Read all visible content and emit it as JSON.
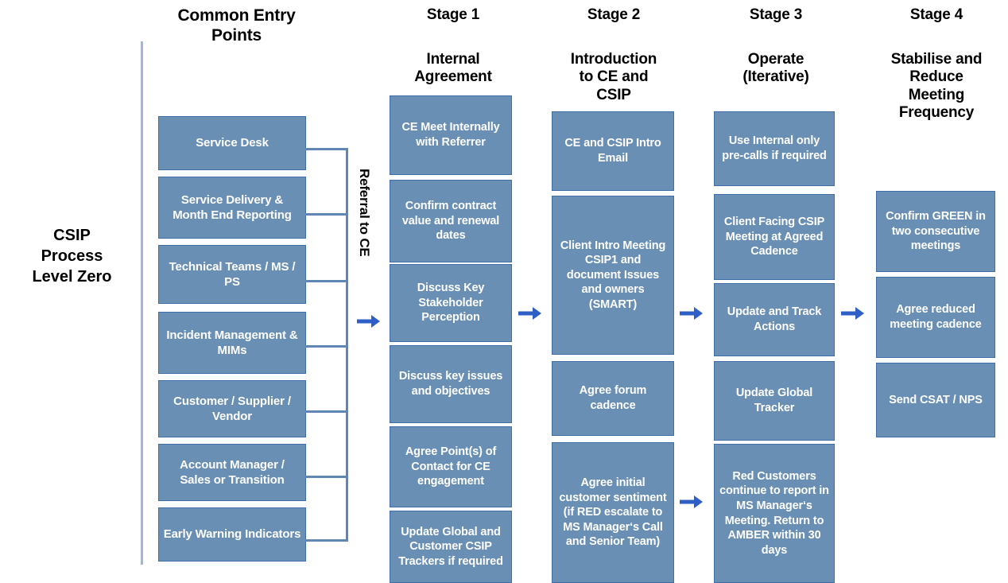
{
  "diagram": {
    "left_title": "CSIP\nProcess\nLevel Zero",
    "left_title_lines": [
      "CSIP",
      "Process",
      "Level Zero"
    ],
    "referral_label": "Referral to CE",
    "accent_colors": {
      "box_fill": "#6A8FB5",
      "box_border": "#3F6FA8",
      "arrow": "#2E5FC7",
      "divider": "#9DB7DC",
      "bracket": "#5E87B3",
      "box_text": "#FFFFFF",
      "title_text": "#000000",
      "background": "#FFFFFF"
    }
  },
  "columns": {
    "entry": {
      "title": "Common Entry Points",
      "title_lines": [
        "Common Entry",
        "Points"
      ],
      "items": [
        {
          "label": "Service Desk"
        },
        {
          "label": "Service Delivery & Month End Reporting"
        },
        {
          "label": "Technical Teams / MS / PS"
        },
        {
          "label": "Incident Management & MIMs"
        },
        {
          "label": "Customer / Supplier / Vendor"
        },
        {
          "label": "Account Manager / Sales or Transition"
        },
        {
          "label": "Early Warning Indicators"
        }
      ]
    },
    "stages": [
      {
        "number": "Stage 1",
        "name": "Internal Agreement",
        "name_lines": [
          "Internal",
          "Agreement"
        ],
        "items": [
          {
            "label": "CE Meet Internally with Referrer"
          },
          {
            "label": "Confirm contract value and renewal dates"
          },
          {
            "label": "Discuss Key Stakeholder Perception"
          },
          {
            "label": "Discuss key issues and objectives"
          },
          {
            "label": "Agree Point(s) of Contact for CE engagement"
          },
          {
            "label": "Update Global and Customer CSIP Trackers if required"
          }
        ]
      },
      {
        "number": "Stage 2",
        "name": "Introduction to CE and CSIP",
        "name_lines": [
          "Introduction",
          "to CE and",
          "CSIP"
        ],
        "items": [
          {
            "label": "CE and CSIP Intro Email"
          },
          {
            "label": "Client Intro Meeting CSIP1 and document Issues and owners (SMART)"
          },
          {
            "label": "Agree forum cadence"
          },
          {
            "label": "Agree initial customer sentiment (if RED escalate to MS Manager‘s Call and Senior Team)"
          }
        ]
      },
      {
        "number": "Stage 3",
        "name": "Operate (Iterative)",
        "name_lines": [
          "Operate",
          "(Iterative)"
        ],
        "items": [
          {
            "label": "Use Internal only pre-calls if required"
          },
          {
            "label": "Client Facing CSIP Meeting at Agreed Cadence"
          },
          {
            "label": "Update and Track Actions"
          },
          {
            "label": "Update Global Tracker"
          },
          {
            "label": "Red Customers continue to report in MS Manager‘s Meeting. Return to AMBER within 30 days"
          }
        ]
      },
      {
        "number": "Stage 4",
        "name": "Stabilise and Reduce Meeting Frequency",
        "name_lines": [
          "Stabilise and",
          "Reduce",
          "Meeting",
          "Frequency"
        ],
        "items": [
          {
            "label": "Confirm GREEN in two consecutive meetings"
          },
          {
            "label": "Agree reduced meeting cadence"
          },
          {
            "label": "Send CSAT / NPS"
          }
        ]
      }
    ]
  }
}
